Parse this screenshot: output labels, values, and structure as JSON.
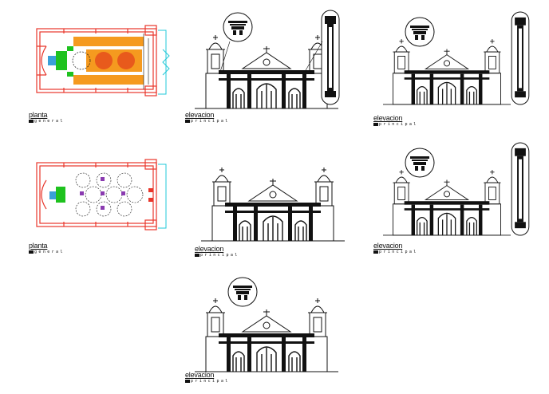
{
  "drawings": [
    {
      "title": "planta",
      "subtitle": "general"
    },
    {
      "title": "elevacion",
      "subtitle": "principal"
    },
    {
      "title": "elevacion",
      "subtitle": "principal"
    },
    {
      "title": "planta",
      "subtitle": "general"
    },
    {
      "title": "elevacion",
      "subtitle": "principal"
    },
    {
      "title": "elevacion",
      "subtitle": "principal"
    },
    {
      "title": "elevacion",
      "subtitle": "principal"
    }
  ],
  "colors": {
    "wall_red": "#e8362b",
    "nave_orange": "#f59a1f",
    "dome_orange": "#e85a1c",
    "chapel_green": "#1ec21e",
    "apse_blue": "#3aa0d8",
    "porch_cyan": "#20c8d8",
    "vault_purple": "#8a3ab0",
    "line_black": "#111111"
  },
  "icons": [
    "plan-general-orange",
    "plan-general-vaults",
    "facade-elevation",
    "cornice-detail-callout",
    "column-detail-callout"
  ]
}
